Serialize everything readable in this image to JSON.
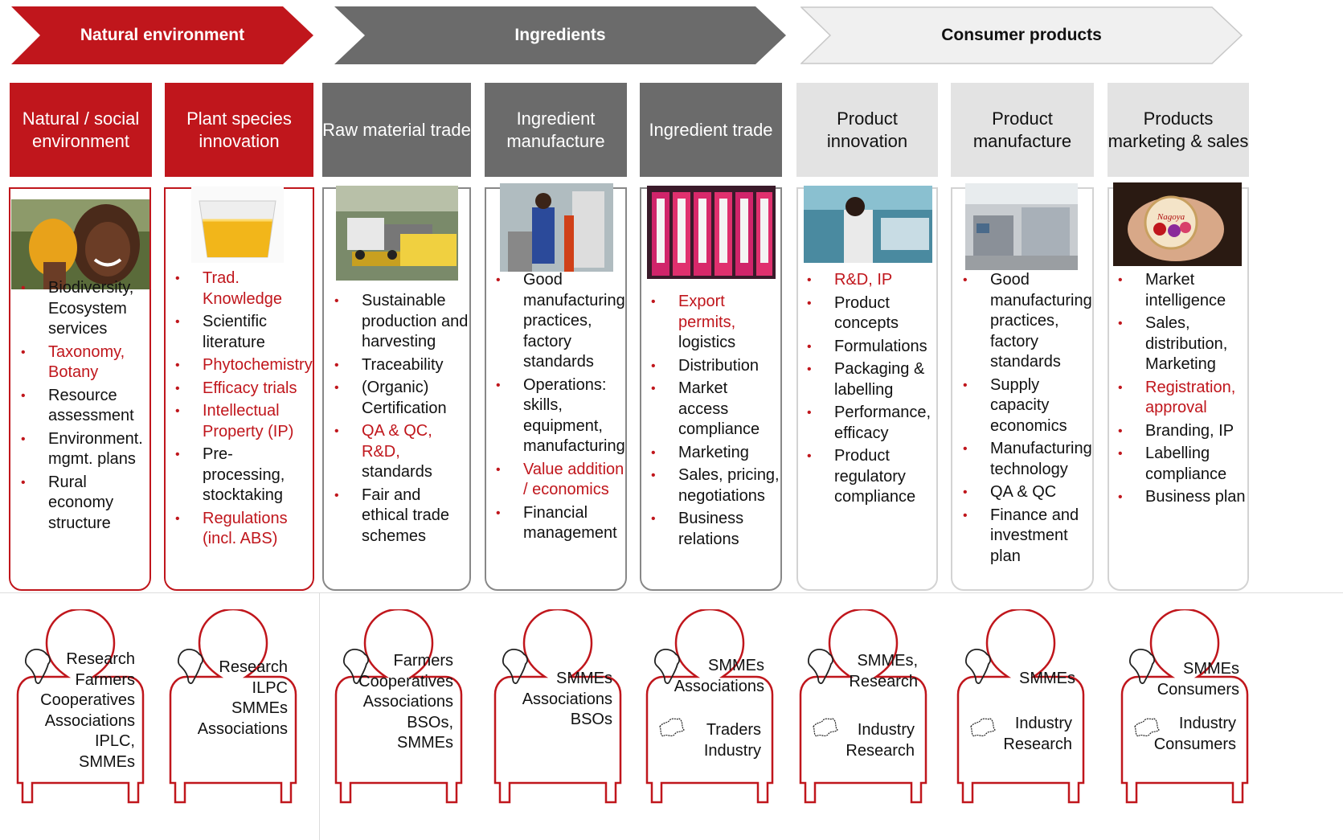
{
  "stages": [
    {
      "label": "Natural environment",
      "fill": "#c0161c",
      "text": "#ffffff"
    },
    {
      "label": "Ingredients",
      "fill": "#6b6b6b",
      "text": "#ffffff"
    },
    {
      "label": "Consumer products",
      "fill": "#e3e3e3",
      "text": "#111111"
    }
  ],
  "columns": [
    {
      "title": "Natural / social environment",
      "items": [
        {
          "text": "Biodiversity, Ecosystem services",
          "hl": false
        },
        {
          "text": "Taxonomy, Botany",
          "hl": true
        },
        {
          "text": "Resource assessment",
          "hl": false
        },
        {
          "text": "Environment. mgmt. plans",
          "hl": false
        },
        {
          "text": "Rural economy structure",
          "hl": false
        }
      ],
      "people": "Research\nFarmers\nCooperatives\nAssociations\nIPLC,\nSMMEs",
      "people2": ""
    },
    {
      "title": "Plant species innovation",
      "items": [
        {
          "text": "Trad. Knowledge",
          "hl": true
        },
        {
          "text": "Scientific literature",
          "hl": false
        },
        {
          "text": "Phytochemistry",
          "hl": true
        },
        {
          "text": "Efficacy trials",
          "hl": true
        },
        {
          "text": "Intellectual Property (IP)",
          "hl": true
        },
        {
          "text": "Pre-processing, stocktaking",
          "hl": false
        },
        {
          "text": "Regulations (incl. ABS)",
          "hl": true
        }
      ],
      "people": "Research\nILPC\nSMMEs\nAssociations",
      "people2": ""
    },
    {
      "title": "Raw material trade",
      "items": [
        {
          "text": "Sustainable production and harvesting",
          "hl": false
        },
        {
          "text": "Traceability",
          "hl": false
        },
        {
          "text": "(Organic) Certification",
          "hl": false
        },
        {
          "text": "QA & QC, R&D,",
          "hl": true,
          "rest": " standards"
        },
        {
          "text": "Fair and ethical trade schemes",
          "hl": false
        }
      ],
      "people": "Farmers\nCooperatives\nAssociations\nBSOs,\nSMMEs",
      "people2": ""
    },
    {
      "title": "Ingredient manufacture",
      "items": [
        {
          "text": "Good manufacturing practices, factory standards",
          "hl": false
        },
        {
          "text": "Operations: skills, equipment, manufacturing",
          "hl": false
        },
        {
          "text": "Value addition / economics",
          "hl": true
        },
        {
          "text": "Financial management",
          "hl": false
        }
      ],
      "people": "SMMEs\nAssociations\nBSOs",
      "people2": ""
    },
    {
      "title": "Ingredient trade",
      "items": [
        {
          "text": "Export permits,",
          "hl": true,
          "rest": " logistics"
        },
        {
          "text": "Distribution",
          "hl": false
        },
        {
          "text": "Market access compliance",
          "hl": false
        },
        {
          "text": "Marketing",
          "hl": false
        },
        {
          "text": "Sales, pricing, negotiations",
          "hl": false
        },
        {
          "text": "Business relations",
          "hl": false
        }
      ],
      "people": "SMMEs\nAssociations",
      "people2": "Traders\nIndustry"
    },
    {
      "title": "Product innovation",
      "items": [
        {
          "text": "R&D, IP",
          "hl": true
        },
        {
          "text": "Product concepts",
          "hl": false
        },
        {
          "text": "Formulations",
          "hl": false
        },
        {
          "text": "Packaging & labelling",
          "hl": false
        },
        {
          "text": "Performance, efficacy",
          "hl": false
        },
        {
          "text": "Product regulatory compliance",
          "hl": false
        }
      ],
      "people": "SMMEs,\nResearch",
      "people2": "Industry\nResearch"
    },
    {
      "title": "Product manufacture",
      "items": [
        {
          "text": "Good manufacturing practices, factory standards",
          "hl": false
        },
        {
          "text": "Supply capacity economics",
          "hl": false
        },
        {
          "text": "Manufacturing technology",
          "hl": false
        },
        {
          "text": "QA & QC",
          "hl": false
        },
        {
          "text": "Finance and investment plan",
          "hl": false
        }
      ],
      "people": "SMMEs",
      "people2": "Industry\nResearch"
    },
    {
      "title": "Products marketing & sales",
      "items": [
        {
          "text": "Market intelligence",
          "hl": false
        },
        {
          "text": "Sales, distribution, Marketing",
          "hl": false
        },
        {
          "text": "Registration, approval",
          "hl": true
        },
        {
          "text": "Branding, IP",
          "hl": false
        },
        {
          "text": "Labelling compliance",
          "hl": false
        },
        {
          "text": "Business plan",
          "hl": false
        }
      ],
      "people": "SMMEs\nConsumers",
      "people2": "Industry\nConsumers"
    }
  ],
  "photo_label": "Nagoya"
}
